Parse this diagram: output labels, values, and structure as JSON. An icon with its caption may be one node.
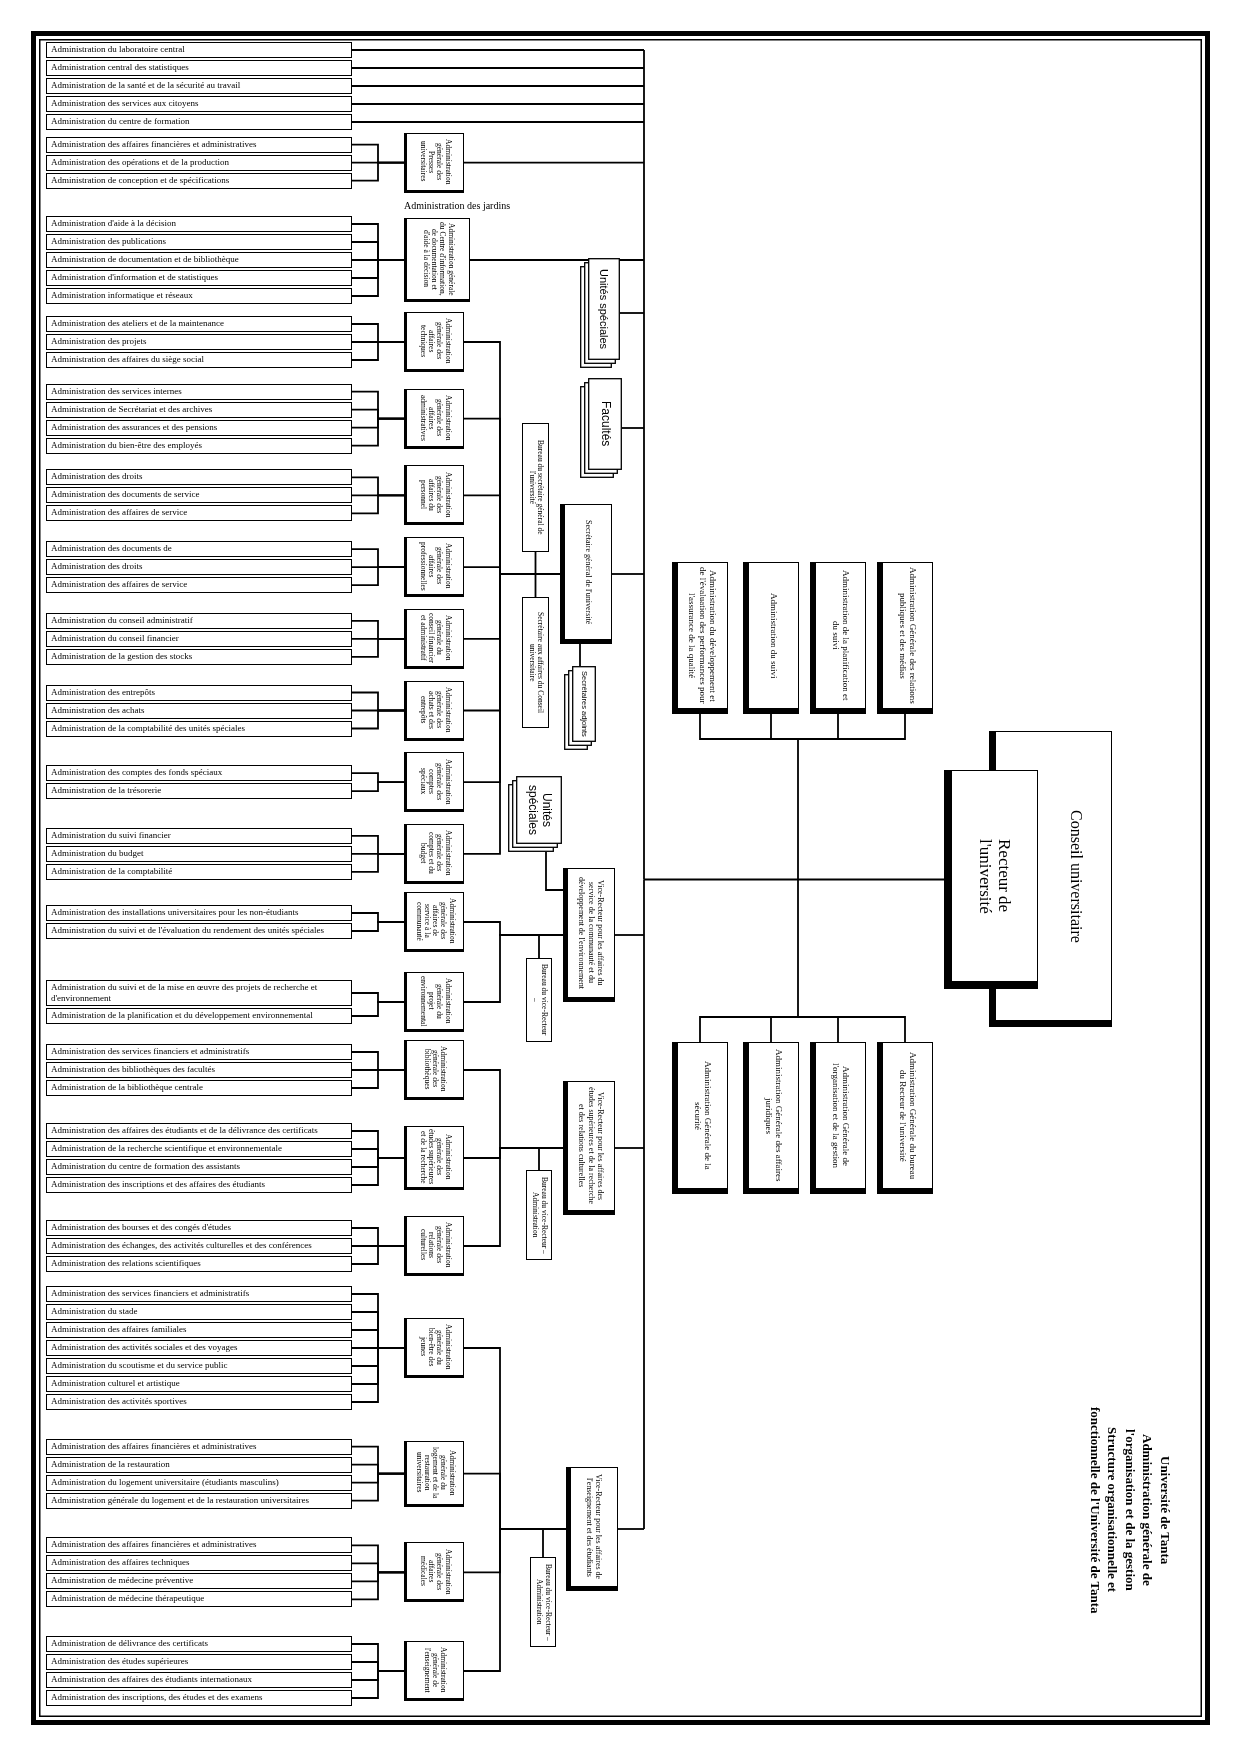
{
  "diagram": {
    "title": "Université de Tanta",
    "nodes": [
      {
        "text": [
          "Conseil universitaire"
        ]
      },
      {
        "text": [
          "Recteur de l'université"
        ]
      },
      {
        "text": [
          "Administration Générale des relations publiques et des médias"
        ]
      },
      {
        "text": [
          "Administration de la planification et du suivi"
        ]
      },
      {
        "text": [
          "Administration du suivi"
        ]
      },
      {
        "text": [
          "Administration du développement et de l'évaluation des performances pour l'assurance de la qualité"
        ]
      },
      {
        "text": [
          "Administration Générale du bureau du Recteur de l'université"
        ]
      },
      {
        "text": [
          "Administration Générale de l'organisation et de la gestion"
        ]
      },
      {
        "text": [
          "Administration Générale des affaires juridiques"
        ]
      },
      {
        "text": [
          "Administration Générale de la sécurité"
        ]
      },
      {
        "text": [
          "Unités spéciales"
        ]
      },
      {
        "text": [
          "Facultés"
        ]
      },
      {
        "text": [
          "Secrétaire général de l'université"
        ]
      },
      {
        "text": [
          "Bureau du secrétaire général de l'université"
        ]
      },
      {
        "text": [
          "Secrétaire aux affaires du Conseil universitaire"
        ]
      },
      {
        "text": [
          "Secrétaires adjoints"
        ]
      },
      {
        "text": [
          "Unités spéciales"
        ]
      },
      {
        "text": [
          "Vice-Recteur pour les affaires du service de la communauté et du développement de l'environnement"
        ]
      },
      {
        "text": [
          "Bureau du vice-Recteur –"
        ]
      },
      {
        "text": [
          "Vice-Recteur pour les affaires des études supérieures et de la recherche et des relations culturelles"
        ]
      },
      {
        "text": [
          "Bureau du vice-Recteur – Administration"
        ]
      },
      {
        "text": [
          "Vice-Recteur pour les affaires de l'enseignement et des étudiants"
        ]
      },
      {
        "text": [
          "Bureau du vice-Recteur – Administration"
        ]
      },
      {
        "text": [
          "Administration générale des Presses universitaires"
        ]
      },
      {
        "text": [
          "Administration générale du Centre d'information, de documentation et d'aide à la décision"
        ]
      },
      {
        "text": [
          "Administration générale des affaires techniques"
        ]
      },
      {
        "text": [
          "Administration générale des affaires administratives"
        ]
      },
      {
        "text": [
          "Administration générale des affaires du personnel"
        ]
      },
      {
        "text": [
          "Administration générale des affaires professionnelles"
        ]
      },
      {
        "text": [
          "Administration générale du conseil financier et administratif"
        ]
      },
      {
        "text": [
          "Administration générale des achats et des entrepôts"
        ]
      },
      {
        "text": [
          "Administration générale des comptes spéciaux"
        ]
      },
      {
        "text": [
          "Administration générale des comptes et du budget"
        ]
      },
      {
        "text": [
          "Administration générale des affaires de service à la communauté"
        ]
      },
      {
        "text": [
          "Administration générale du projet environnemental"
        ]
      },
      {
        "text": [
          "Administration générale des bibliothèques"
        ]
      },
      {
        "text": [
          "Administration générale des études supérieures et de la recherche"
        ]
      },
      {
        "text": [
          "Administration générale des relations culturelles"
        ]
      },
      {
        "text": [
          "Administration générale du bien-être des jeunes"
        ]
      },
      {
        "text": [
          "Administration générale du logement et de la restauration universitaires"
        ]
      },
      {
        "text": [
          "Administration générale des affaires médicales"
        ]
      },
      {
        "text": [
          "Administration générale de l'enseignement"
        ]
      },
      {
        "text": [
          "Administration du laboratoire central"
        ]
      },
      {
        "text": [
          "Administration central des statistiques"
        ]
      },
      {
        "text": [
          "Administration de la santé et de la sécurité au travail"
        ]
      },
      {
        "text": [
          "Administration des services aux citoyens"
        ]
      },
      {
        "text": [
          "Administration du centre de formation"
        ]
      },
      {
        "text": [
          "Administration des affaires financières et administratives"
        ]
      },
      {
        "text": [
          "Administration des opérations et de la production"
        ]
      },
      {
        "text": [
          "Administration de conception et de spécifications"
        ]
      },
      {
        "text": [
          "Administration d'aide à la décision"
        ]
      },
      {
        "text": [
          "Administration des publications"
        ]
      },
      {
        "text": [
          "Administration de documentation et de bibliothèque"
        ]
      },
      {
        "text": [
          "Administration d'information et de statistiques"
        ]
      },
      {
        "text": [
          "Administration informatique et réseaux"
        ]
      },
      {
        "text": [
          "Administration des ateliers et de la maintenance"
        ]
      },
      {
        "text": [
          "Administration des projets"
        ]
      },
      {
        "text": [
          "Administration des affaires du siège social"
        ]
      },
      {
        "text": [
          "Administration des services internes"
        ]
      },
      {
        "text": [
          "Administration de Secrétariat et des archives"
        ]
      },
      {
        "text": [
          "Administration des assurances et des pensions"
        ]
      },
      {
        "text": [
          "Administration du bien-être des employés"
        ]
      },
      {
        "text": [
          "Administration des droits"
        ]
      },
      {
        "text": [
          "Administration des documents de service"
        ]
      },
      {
        "text": [
          "Administration des affaires de service"
        ]
      },
      {
        "text": [
          "Administration des documents de"
        ]
      },
      {
        "text": [
          "Administration des droits"
        ]
      },
      {
        "text": [
          "Administration des affaires de service"
        ]
      },
      {
        "text": [
          "Administration du conseil administratif"
        ]
      },
      {
        "text": [
          "Administration du conseil financier"
        ]
      },
      {
        "text": [
          "Administration de la gestion des stocks"
        ]
      },
      {
        "text": [
          "Administration des entrepôts"
        ]
      },
      {
        "text": [
          "Administration des achats"
        ]
      },
      {
        "text": [
          "Administration de la comptabilité des unités spéciales"
        ]
      },
      {
        "text": [
          "Administration des comptes des fonds spéciaux"
        ]
      },
      {
        "text": [
          "Administration de la trésorerie"
        ]
      },
      {
        "text": [
          "Administration du suivi financier"
        ]
      },
      {
        "text": [
          "Administration du budget"
        ]
      },
      {
        "text": [
          "Administration de la comptabilité"
        ]
      },
      {
        "text": [
          "Administration des installations universitaires pour les non-étudiants"
        ]
      },
      {
        "text": [
          "Administration du suivi et de l'évaluation du rendement des unités spéciales"
        ]
      },
      {
        "text": [
          "Administration du suivi et de la mise en œuvre des projets de recherche et d'environnement"
        ]
      },
      {
        "text": [
          "Administration de la planification et du développement environnemental"
        ]
      },
      {
        "text": [
          "Administration des services financiers et administratifs"
        ]
      },
      {
        "text": [
          "Administration des bibliothèques des facultés"
        ]
      },
      {
        "text": [
          "Administration de la bibliothèque centrale"
        ]
      },
      {
        "text": [
          "Administration des affaires des étudiants et de la délivrance des certificats"
        ]
      },
      {
        "text": [
          "Administration de la recherche scientifique et environnementale"
        ]
      },
      {
        "text": [
          "Administration du centre de formation des assistants"
        ]
      },
      {
        "text": [
          "Administration des inscriptions et des affaires des étudiants"
        ]
      },
      {
        "text": [
          "Administration des bourses et des congés d'études"
        ]
      },
      {
        "text": [
          "Administration des échanges, des activités culturelles et des conférences"
        ]
      },
      {
        "text": [
          "Administration des relations scientifiques"
        ]
      },
      {
        "text": [
          "Administration des services financiers et administratifs"
        ]
      },
      {
        "text": [
          "Administration du stade"
        ]
      },
      {
        "text": [
          "Administration des affaires familiales"
        ]
      },
      {
        "text": [
          "Administration des activités sociales et des voyages"
        ]
      },
      {
        "text": [
          "Administration du scoutisme et du service public"
        ]
      },
      {
        "text": [
          "Administration culturel et artistique"
        ]
      },
      {
        "text": [
          "Administration des activités sportives"
        ]
      },
      {
        "text": [
          "Administration des affaires financières et administratives"
        ]
      },
      {
        "text": [
          "Administration de la restauration"
        ]
      },
      {
        "text": [
          "Administration du logement universitaire (étudiants masculins)"
        ]
      },
      {
        "text": [
          "Administration générale du logement et de la restauration universitaires"
        ]
      },
      {
        "text": [
          "Administration des affaires financières et administratives"
        ]
      },
      {
        "text": [
          "Administration des affaires techniques"
        ]
      },
      {
        "text": [
          "Administration de médecine préventive"
        ]
      },
      {
        "text": [
          "Administration de médecine thérapeutique"
        ]
      },
      {
        "text": [
          "Administration de délivrance des certificats"
        ]
      },
      {
        "text": [
          "Administration des études supérieures"
        ]
      },
      {
        "text": [
          "Administration des affaires des étudiants internationaux"
        ]
      },
      {
        "text": [
          "Administration des inscriptions, des études et des examens"
        ]
      }
    ],
    "edges": [
      {
        "from": 1,
        "to": 2,
        "arrow": "none"
      },
      {
        "from": 1,
        "to": 3,
        "arrow": "none"
      },
      {
        "from": 1,
        "to": 4,
        "arrow": "none"
      },
      {
        "from": 1,
        "to": 5,
        "arrow": "none"
      },
      {
        "from": 1,
        "to": 6,
        "arrow": "none"
      },
      {
        "from": 1,
        "to": 7,
        "arrow": "none"
      },
      {
        "from": 1,
        "to": 8,
        "arrow": "none"
      },
      {
        "from": 1,
        "to": 9,
        "arrow": "none"
      },
      {
        "from": 1,
        "to": 42,
        "arrow": "none"
      },
      {
        "from": 1,
        "to": 43,
        "arrow": "none"
      },
      {
        "from": 1,
        "to": 44,
        "arrow": "none"
      },
      {
        "from": 1,
        "to": 45,
        "arrow": "none"
      },
      {
        "from": 1,
        "to": 46,
        "arrow": "none"
      },
      {
        "from": 1,
        "to": 23,
        "arrow": "none"
      },
      {
        "from": 1,
        "to": 24,
        "arrow": "none"
      },
      {
        "from": 1,
        "to": 10,
        "arrow": "none"
      },
      {
        "from": 1,
        "to": 11,
        "arrow": "none"
      },
      {
        "from": 1,
        "to": 12,
        "arrow": "none"
      },
      {
        "from": 1,
        "to": 17,
        "arrow": "none"
      },
      {
        "from": 1,
        "to": 19,
        "arrow": "none"
      },
      {
        "from": 1,
        "to": 21,
        "arrow": "none"
      },
      {
        "from": 12,
        "to": 13,
        "arrow": "none"
      },
      {
        "from": 12,
        "to": 14,
        "arrow": "none"
      },
      {
        "from": 12,
        "to": 15,
        "arrow": "none"
      },
      {
        "from": 12,
        "to": 25,
        "arrow": "none"
      },
      {
        "from": 12,
        "to": 26,
        "arrow": "none"
      },
      {
        "from": 12,
        "to": 27,
        "arrow": "none"
      },
      {
        "from": 12,
        "to": 28,
        "arrow": "none"
      },
      {
        "from": 12,
        "to": 29,
        "arrow": "none"
      },
      {
        "from": 12,
        "to": 30,
        "arrow": "none"
      },
      {
        "from": 12,
        "to": 31,
        "arrow": "none"
      },
      {
        "from": 12,
        "to": 32,
        "arrow": "none"
      },
      {
        "from": 17,
        "to": 16,
        "arrow": "none"
      },
      {
        "from": 17,
        "to": 18,
        "arrow": "none"
      },
      {
        "from": 17,
        "to": 33,
        "arrow": "none"
      },
      {
        "from": 17,
        "to": 34,
        "arrow": "none"
      },
      {
        "from": 19,
        "to": 20,
        "arrow": "none"
      },
      {
        "from": 19,
        "to": 35,
        "arrow": "none"
      },
      {
        "from": 19,
        "to": 36,
        "arrow": "none"
      },
      {
        "from": 19,
        "to": 37,
        "arrow": "none"
      },
      {
        "from": 21,
        "to": 22,
        "arrow": "none"
      },
      {
        "from": 21,
        "to": 38,
        "arrow": "none"
      },
      {
        "from": 21,
        "to": 39,
        "arrow": "none"
      },
      {
        "from": 21,
        "to": 40,
        "arrow": "none"
      },
      {
        "from": 21,
        "to": 41,
        "arrow": "none"
      },
      {
        "from": 23,
        "to": 47,
        "arrow": "none"
      },
      {
        "from": 23,
        "to": 48,
        "arrow": "none"
      },
      {
        "from": 23,
        "to": 49,
        "arrow": "none"
      },
      {
        "from": 24,
        "to": 50,
        "arrow": "none"
      },
      {
        "from": 24,
        "to": 51,
        "arrow": "none"
      },
      {
        "from": 24,
        "to": 52,
        "arrow": "none"
      },
      {
        "from": 24,
        "to": 53,
        "arrow": "none"
      },
      {
        "from": 24,
        "to": 54,
        "arrow": "none"
      },
      {
        "from": 25,
        "to": 55,
        "arrow": "none"
      },
      {
        "from": 25,
        "to": 56,
        "arrow": "none"
      },
      {
        "from": 25,
        "to": 57,
        "arrow": "none"
      },
      {
        "from": 26,
        "to": 58,
        "arrow": "none"
      },
      {
        "from": 26,
        "to": 59,
        "arrow": "none"
      },
      {
        "from": 26,
        "to": 60,
        "arrow": "none"
      },
      {
        "from": 26,
        "to": 61,
        "arrow": "none"
      },
      {
        "from": 27,
        "to": 62,
        "arrow": "none"
      },
      {
        "from": 27,
        "to": 63,
        "arrow": "none"
      },
      {
        "from": 27,
        "to": 64,
        "arrow": "none"
      },
      {
        "from": 28,
        "to": 65,
        "arrow": "none"
      },
      {
        "from": 28,
        "to": 66,
        "arrow": "none"
      },
      {
        "from": 28,
        "to": 67,
        "arrow": "none"
      },
      {
        "from": 29,
        "to": 68,
        "arrow": "none"
      },
      {
        "from": 29,
        "to": 69,
        "arrow": "none"
      },
      {
        "from": 29,
        "to": 70,
        "arrow": "none"
      },
      {
        "from": 30,
        "to": 71,
        "arrow": "none"
      },
      {
        "from": 30,
        "to": 72,
        "arrow": "none"
      },
      {
        "from": 30,
        "to": 73,
        "arrow": "none"
      },
      {
        "from": 31,
        "to": 74,
        "arrow": "none"
      },
      {
        "from": 31,
        "to": 75,
        "arrow": "none"
      },
      {
        "from": 32,
        "to": 76,
        "arrow": "none"
      },
      {
        "from": 32,
        "to": 77,
        "arrow": "none"
      },
      {
        "from": 32,
        "to": 78,
        "arrow": "none"
      },
      {
        "from": 33,
        "to": 79,
        "arrow": "none"
      },
      {
        "from": 33,
        "to": 80,
        "arrow": "none"
      },
      {
        "from": 34,
        "to": 81,
        "arrow": "none"
      },
      {
        "from": 34,
        "to": 82,
        "arrow": "none"
      },
      {
        "from": 35,
        "to": 83,
        "arrow": "none"
      },
      {
        "from": 35,
        "to": 84,
        "arrow": "none"
      },
      {
        "from": 35,
        "to": 85,
        "arrow": "none"
      },
      {
        "from": 36,
        "to": 86,
        "arrow": "none"
      },
      {
        "from": 36,
        "to": 87,
        "arrow": "none"
      },
      {
        "from": 36,
        "to": 88,
        "arrow": "none"
      },
      {
        "from": 36,
        "to": 89,
        "arrow": "none"
      },
      {
        "from": 37,
        "to": 90,
        "arrow": "none"
      },
      {
        "from": 37,
        "to": 91,
        "arrow": "none"
      },
      {
        "from": 37,
        "to": 92,
        "arrow": "none"
      },
      {
        "from": 38,
        "to": 93,
        "arrow": "none"
      },
      {
        "from": 38,
        "to": 94,
        "arrow": "none"
      },
      {
        "from": 38,
        "to": 95,
        "arrow": "none"
      },
      {
        "from": 38,
        "to": 96,
        "arrow": "none"
      },
      {
        "from": 38,
        "to": 97,
        "arrow": "none"
      },
      {
        "from": 38,
        "to": 98,
        "arrow": "none"
      },
      {
        "from": 38,
        "to": 99,
        "arrow": "none"
      },
      {
        "from": 39,
        "to": 100,
        "arrow": "none"
      },
      {
        "from": 39,
        "to": 101,
        "arrow": "none"
      },
      {
        "from": 39,
        "to": 102,
        "arrow": "none"
      },
      {
        "from": 39,
        "to": 103,
        "arrow": "none"
      },
      {
        "from": 40,
        "to": 104,
        "arrow": "none"
      },
      {
        "from": 40,
        "to": 105,
        "arrow": "none"
      },
      {
        "from": 40,
        "to": 106,
        "arrow": "none"
      },
      {
        "from": 40,
        "to": 107,
        "arrow": "none"
      },
      {
        "from": 41,
        "to": 108,
        "arrow": "none"
      },
      {
        "from": 41,
        "to": 109,
        "arrow": "none"
      },
      {
        "from": 41,
        "to": 110,
        "arrow": "none"
      },
      {
        "from": 41,
        "to": 111,
        "arrow": "none"
      }
    ],
    "labels": [
      "Administration générale de l'organisation et de la gestion",
      "Structure organisationnelle et fonctionnelle de l'Université de Tanta",
      "Administration des jardins"
    ]
  }
}
